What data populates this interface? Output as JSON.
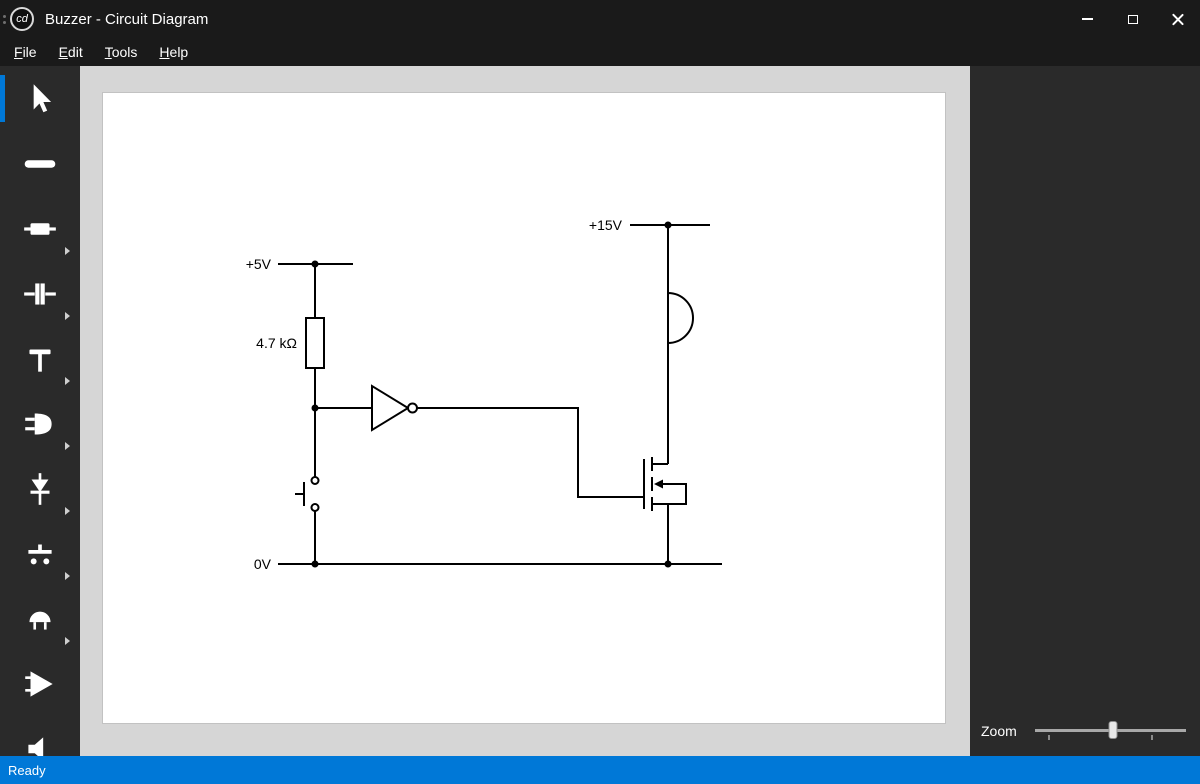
{
  "titlebar": {
    "title": "Buzzer - Circuit Diagram",
    "logo_text": "cd"
  },
  "menubar": {
    "items": [
      {
        "accel": "F",
        "rest": "ile"
      },
      {
        "accel": "E",
        "rest": "dit"
      },
      {
        "accel": "T",
        "rest": "ools"
      },
      {
        "accel": "H",
        "rest": "elp"
      }
    ]
  },
  "toolbar": {
    "tools": [
      {
        "name": "cursor-tool",
        "selected": true,
        "flyout": false
      },
      {
        "name": "wire-tool",
        "selected": false,
        "flyout": false
      },
      {
        "name": "resistor-tool",
        "selected": false,
        "flyout": true
      },
      {
        "name": "capacitor-tool",
        "selected": false,
        "flyout": true
      },
      {
        "name": "transistor-tool",
        "selected": false,
        "flyout": true
      },
      {
        "name": "connector-tool",
        "selected": false,
        "flyout": true
      },
      {
        "name": "diode-tool",
        "selected": false,
        "flyout": true
      },
      {
        "name": "switch-tool",
        "selected": false,
        "flyout": true
      },
      {
        "name": "buzzer-tool",
        "selected": false,
        "flyout": true
      },
      {
        "name": "logic-gate-tool",
        "selected": false,
        "flyout": false
      },
      {
        "name": "speaker-tool",
        "selected": false,
        "flyout": false
      }
    ]
  },
  "circuit": {
    "labels": {
      "supply_positive": "+5V",
      "resistor_value": "4.7 kΩ",
      "ground": "0V",
      "supply_buzzer": "+15V"
    }
  },
  "zoom": {
    "label": "Zoom",
    "value_percent": 52
  },
  "statusbar": {
    "text": "Ready"
  },
  "colors": {
    "accent": "#0078d7",
    "titlebar_bg": "#1a1a1a",
    "panel_bg": "#2a2a2a",
    "canvas_area_bg": "#d6d6d6",
    "canvas_bg": "#ffffff",
    "statusbar_bg": "#0078d7",
    "wire": "#000000"
  }
}
